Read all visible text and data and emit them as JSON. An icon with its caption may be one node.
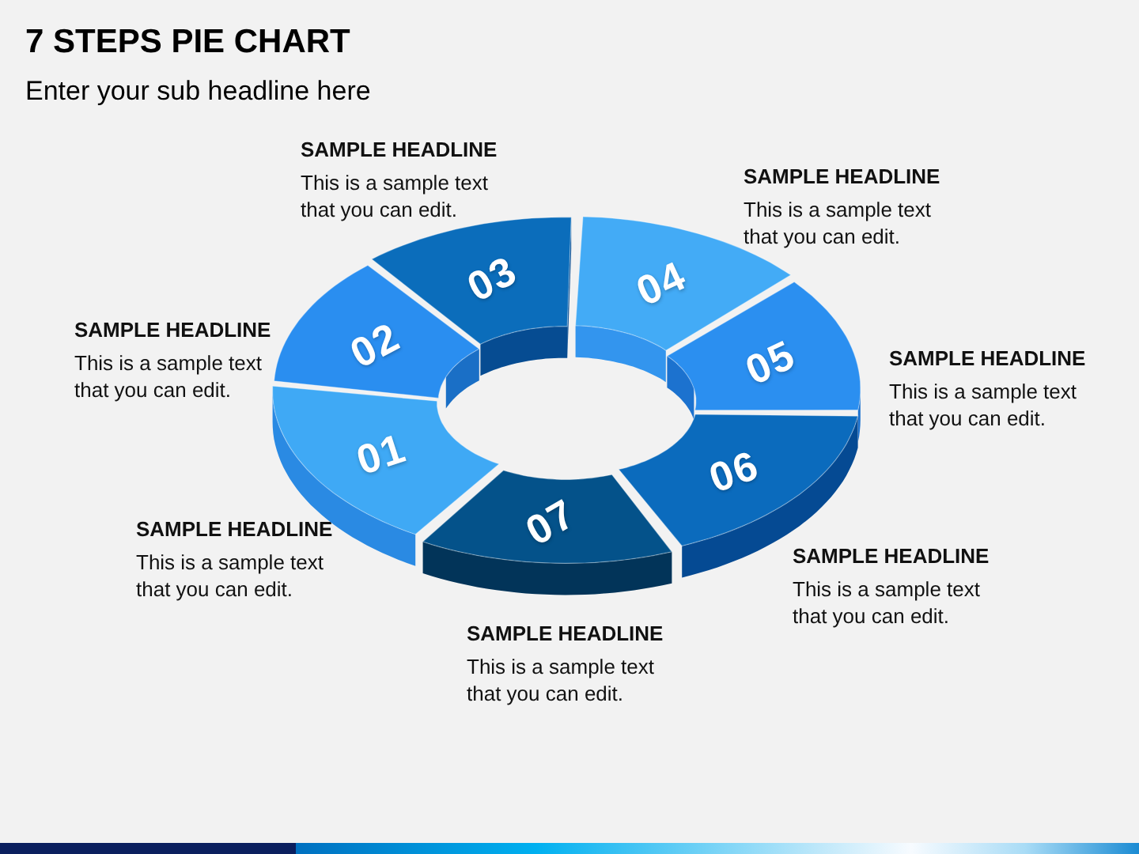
{
  "diagram": {
    "title": "7 STEPS PIE CHART",
    "nodes": [
      {
        "text": [
          "01"
        ],
        "beside": [
          "SAMPLE HEADLINE",
          "This is a sample text that you can edit."
        ]
      },
      {
        "text": [
          "02"
        ],
        "beside": [
          "SAMPLE HEADLINE",
          "This is a sample text that you can edit."
        ]
      },
      {
        "text": [
          "03"
        ],
        "beside": [
          "SAMPLE HEADLINE",
          "This is a sample text that you can edit."
        ]
      },
      {
        "text": [
          "04"
        ],
        "beside": [
          "SAMPLE HEADLINE",
          "This is a sample text that you can edit."
        ]
      },
      {
        "text": [
          "05"
        ],
        "beside": [
          "SAMPLE HEADLINE",
          "This is a sample text that you can edit."
        ]
      },
      {
        "text": [
          "06"
        ],
        "beside": [
          "SAMPLE HEADLINE",
          "This is a sample text that you can edit."
        ]
      },
      {
        "text": [
          "07"
        ],
        "beside": [
          "SAMPLE HEADLINE",
          "This is a sample text that you can edit."
        ]
      }
    ],
    "labels": [
      "Enter your sub headline here"
    ]
  }
}
